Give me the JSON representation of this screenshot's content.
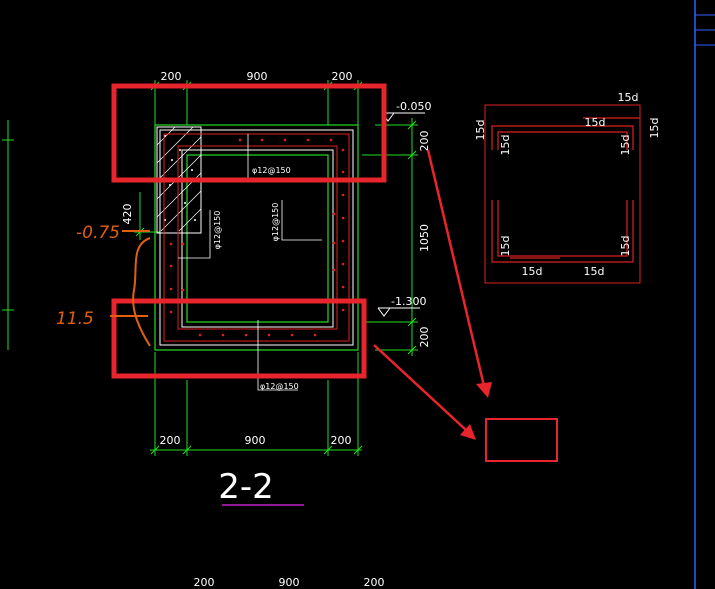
{
  "section": {
    "title": "2-2",
    "top_dims": [
      "200",
      "900",
      "200"
    ],
    "bottom_dims": [
      "200",
      "900",
      "200"
    ],
    "page_bottom_dims": [
      "200",
      "900",
      "200"
    ],
    "right_dims": [
      "200",
      "1050",
      "200"
    ],
    "left_dim": "420",
    "elevations": {
      "top": "-0.050",
      "bottom": "-1.300"
    },
    "rebar_labels": {
      "top_slab": "φ12@150",
      "left_wall": "φ12@150",
      "right_wall": "φ12@150",
      "bottom_slab": "φ12@150"
    }
  },
  "handwritten": {
    "upper": "-0.75",
    "lower": "11.5"
  },
  "rebar_detail": {
    "labels": [
      "15d",
      "15d",
      "15d",
      "15d",
      "15d",
      "15d",
      "15d",
      "15d",
      "15d",
      "15d"
    ]
  },
  "colors": {
    "background": "#000000",
    "dimension_green": "#22dd22",
    "rebar_red": "#dd2020",
    "highlight_red": "#e8242c",
    "concrete_white": "#ffffff",
    "title_underline": "#c020c0",
    "handwriting_orange": "#e06010",
    "border_blue": "#3060ff"
  }
}
